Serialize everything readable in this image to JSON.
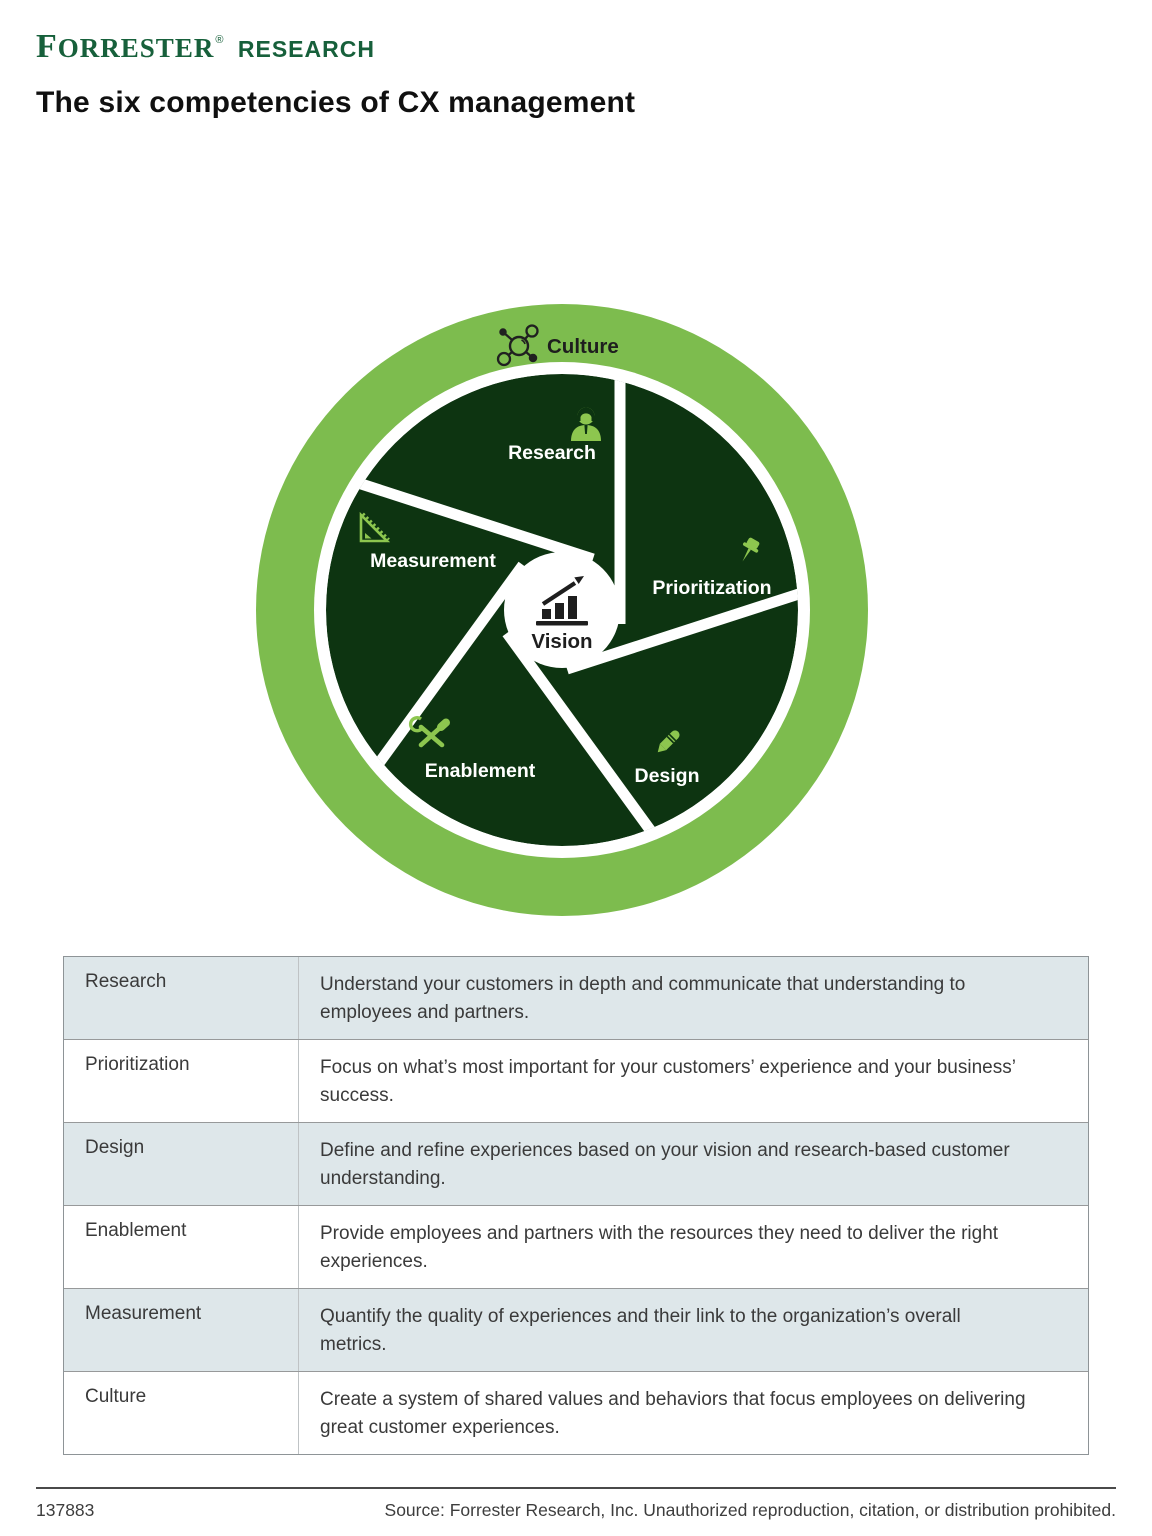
{
  "header": {
    "brand": {
      "name": "FORRESTER",
      "registered": "®",
      "suffix": "RESEARCH"
    },
    "title": "The six competencies of CX management"
  },
  "diagram": {
    "outer_label": "Culture",
    "center": {
      "label": "Vision",
      "icon": "bar-chart-growth-icon"
    },
    "segments": [
      {
        "label": "Research",
        "icon": "person-icon"
      },
      {
        "label": "Prioritization",
        "icon": "pushpin-icon"
      },
      {
        "label": "Design",
        "icon": "pencil-icon"
      },
      {
        "label": "Enablement",
        "icon": "crossed-tools-icon"
      },
      {
        "label": "Measurement",
        "icon": "triangle-ruler-icon"
      }
    ],
    "colors": {
      "outer_ring": "#7DBC4E",
      "segment": "#0D3411",
      "accent_icon": "#8DC64F",
      "divider": "#FFFFFF",
      "dark_text": "#1E1E1E"
    }
  },
  "table": {
    "rows": [
      {
        "term": "Research",
        "description": "Understand your customers in depth and communicate that understanding to employees and partners."
      },
      {
        "term": "Prioritization",
        "description": "Focus on what’s most important for your customers’ experience and your business’ success."
      },
      {
        "term": "Design",
        "description": "Define and refine experiences based on your vision and research-based customer understanding."
      },
      {
        "term": "Enablement",
        "description": "Provide employees and partners with the resources they need to deliver the right experiences."
      },
      {
        "term": "Measurement",
        "description": "Quantify the quality of experiences and their link to the organization’s overall metrics."
      },
      {
        "term": "Culture",
        "description": "Create a system of shared values and behaviors that focus employees on delivering great customer experiences."
      }
    ]
  },
  "footer": {
    "document_id": "137883",
    "source_note": "Source: Forrester Research, Inc. Unauthorized reproduction, citation, or distribution prohibited."
  }
}
